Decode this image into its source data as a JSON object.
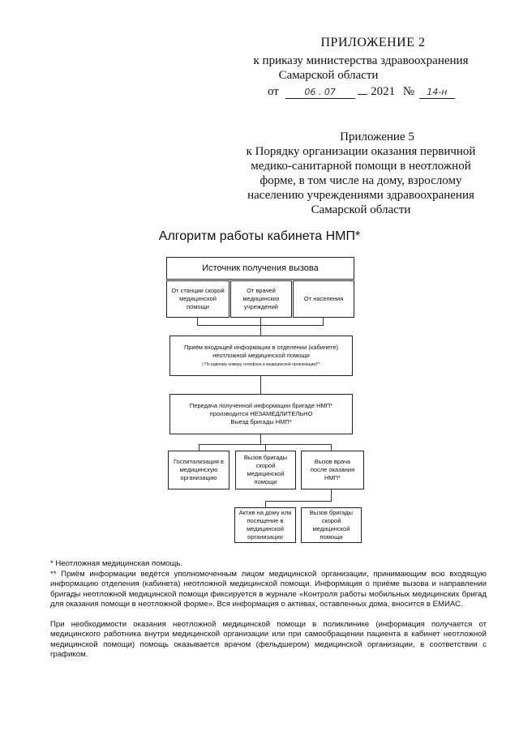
{
  "header": {
    "appendix_title": "ПРИЛОЖЕНИЕ 2",
    "order_line1": "к приказу министерства здравоохранения",
    "order_line2": "Самарской области",
    "date_prefix": "от",
    "date_handwritten": "06 . 07",
    "year": "2021",
    "number_sign": "№",
    "number_handwritten": "14-н"
  },
  "annex": {
    "title": "Приложение 5",
    "lines": [
      "к Порядку организации оказания первичной",
      "медико-санитарной помощи в неотложной",
      "форме, в том числе на дому, взрослому",
      "населению учреждениями здравоохранения",
      "Самарской области"
    ]
  },
  "algorithm_title": "Алгоритм работы кабинета НМП*",
  "flowchart": {
    "source_header": "Источник получения вызова",
    "sources": [
      "От станции скорой медицинской помощи",
      "От врачей медицинских учреждений",
      "От населения"
    ],
    "reception_main": "Приём входящей информации в отделении (кабинете) неотложной медицинской помощи",
    "reception_note": "( По единому номеру телефона в медицинской организации)**",
    "transfer_line1": "Передача полученной информации бригаде НМП*",
    "transfer_line2": "производится НЕЗАМЕДЛИТЕЛЬНО",
    "transfer_line3": "Выезд бригады НМП*",
    "outcomes": [
      "Госпитализация в медицинскую организацию",
      "Вызов бригады скорой медицинской помощи",
      "Вызов врача после оказания НМП*"
    ],
    "subs": [
      "Актив на дому или посещение в медицинской организации",
      "Вызов бригады скорой медицинской помощи"
    ]
  },
  "footnotes": {
    "f1": "* Неотложная медицинская помощь.",
    "f2": "** Приём информации ведётся уполномоченным лицом медицинской организации, принимающим всю входящую информацию отделения (кабинета) неотложной медицинской помощи. Информация о приёме вызова и направлении бригады неотложной медицинской помощи фиксируется в журнале «Контроля работы мобильных медицинских бригад для оказания помощи в неотложной форме». Вся информация о активах, оставленных дома, вносится в ЕМИАС.",
    "f3": "При необходимости оказания неотложной медицинской помощи в поликлинике (информация получается от медицинского работника внутри медицинской организации или при самообращении пациента в кабинет неотложной медицинской помощи) помощь оказывается врачом (фельдшером) медицинской организации, в соответствии с графиком."
  }
}
